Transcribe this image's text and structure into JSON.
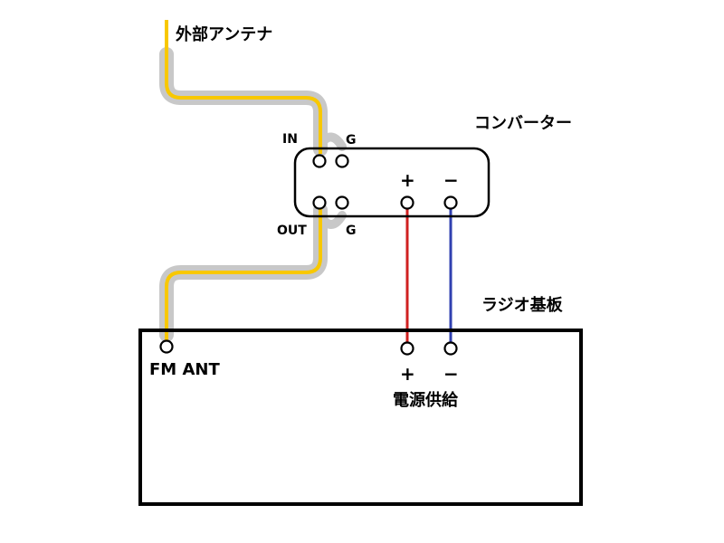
{
  "labels": {
    "external_antenna": "外部アンテナ",
    "converter": "コンバーター",
    "radio_board": "ラジオ基板",
    "fm_ant": "FM ANT",
    "power_supply": "電源供給",
    "in": "IN",
    "out": "OUT",
    "g_top": "G",
    "g_bottom": "G",
    "plus_converter": "+",
    "minus_converter": "−",
    "plus_board": "+",
    "minus_board": "−"
  },
  "colors": {
    "antenna_wire": "#F8C800",
    "coax_shield": "#C8C8C8",
    "positive_wire": "#D02020",
    "negative_wire": "#3040B0",
    "outline": "#000000",
    "plus_sign": "#D02020",
    "minus_sign": "#3040B0"
  }
}
